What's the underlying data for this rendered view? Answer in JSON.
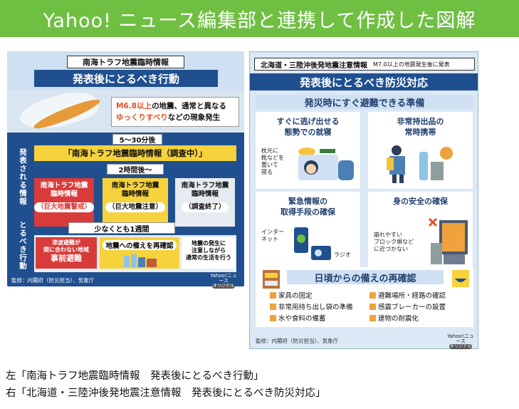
{
  "banner": {
    "title": "Yahoo! ニュース編集部と連携して作成した図解"
  },
  "left": {
    "header_small": "南海トラフ地震臨時情報",
    "header_main": "発表後にとるべき行動",
    "quake_line1_red": "M6.8以上",
    "quake_line1_rest": "の地震、通常と異なる",
    "quake_line2_red": "ゆっくりすべり",
    "quake_line2_rest": "などの現象発生",
    "after1": "5～30分後",
    "investigating": "「南海トラフ地震臨時情報（調査中）」",
    "after2": "2時間後～",
    "side_announce": "発表される情報",
    "side_action": "とるべき行動",
    "card1_line1": "南海トラフ地震",
    "card1_line2": "臨時情報",
    "card1_key": "（巨大地震警戒）",
    "card2_line1": "南海トラフ地震",
    "card2_line2": "臨時情報",
    "card2_key": "（巨大地震注意）",
    "card3_line1": "南海トラフ地震",
    "card3_line2": "臨時情報",
    "card3_key": "（調査終了）",
    "week": "少なくとも1週間",
    "act1_line1": "津波避難が",
    "act1_line2": "間に合わない地域",
    "act1_big": "事前避難",
    "act2": "地震への備えを再確認",
    "act3_line1": "地震の発生に",
    "act3_line2": "注意しながら",
    "act3_line3": "通常の生活を行う",
    "supervision": "監修：内閣府（防災担当）、気象庁",
    "badge_top": "Yahoo!ニュース",
    "badge_bottom": "オリジナル"
  },
  "right": {
    "header_small": "北海道・三陸沖後発地震注意情報",
    "header_small_note": "M7.0以上の地震発生後に発表",
    "header_main": "発表後にとるべき防災対応",
    "section": "発災時にすぐ避難できる準備",
    "q1_title_1": "すぐに逃げ出せる",
    "q1_title_2": "態勢での就寝",
    "q1_note": "枕元に\n靴などを\n置いて\n寝る",
    "q2_title_1": "非常持出品の",
    "q2_title_2": "常時携帯",
    "q3_title_1": "緊急情報の",
    "q3_title_2": "取得手段の確保",
    "q3_note1": "インター\nネット",
    "q3_note2": "ラジオ",
    "q4_title": "身の安全の確保",
    "q4_note": "崩れやすい\nブロック塀など\nに近づかない",
    "bottom_title": "日頃からの備えの再確認",
    "checks": [
      "家具の固定",
      "避難場所・経路の確認",
      "非常用持ち出し袋の準備",
      "感震ブレーカーの設置",
      "水や食料の備蓄",
      "建物の耐震化"
    ],
    "supervision": "監修：内閣府（防災担当）、気象庁",
    "badge_top": "Yahoo!ニュース",
    "badge_bottom": "オリジナル"
  },
  "captions": {
    "left": "左「南海トラフ地震臨時情報　発表後にとるべき行動」",
    "right": "右「北海道・三陸沖後発地震注意情報　発表後にとるべき防災対応」"
  },
  "colors": {
    "banner": "#6fbf43",
    "navy": "#1f4f8f",
    "yellow": "#f6d23c",
    "red": "#d93a3a",
    "orange": "#e4502a"
  }
}
